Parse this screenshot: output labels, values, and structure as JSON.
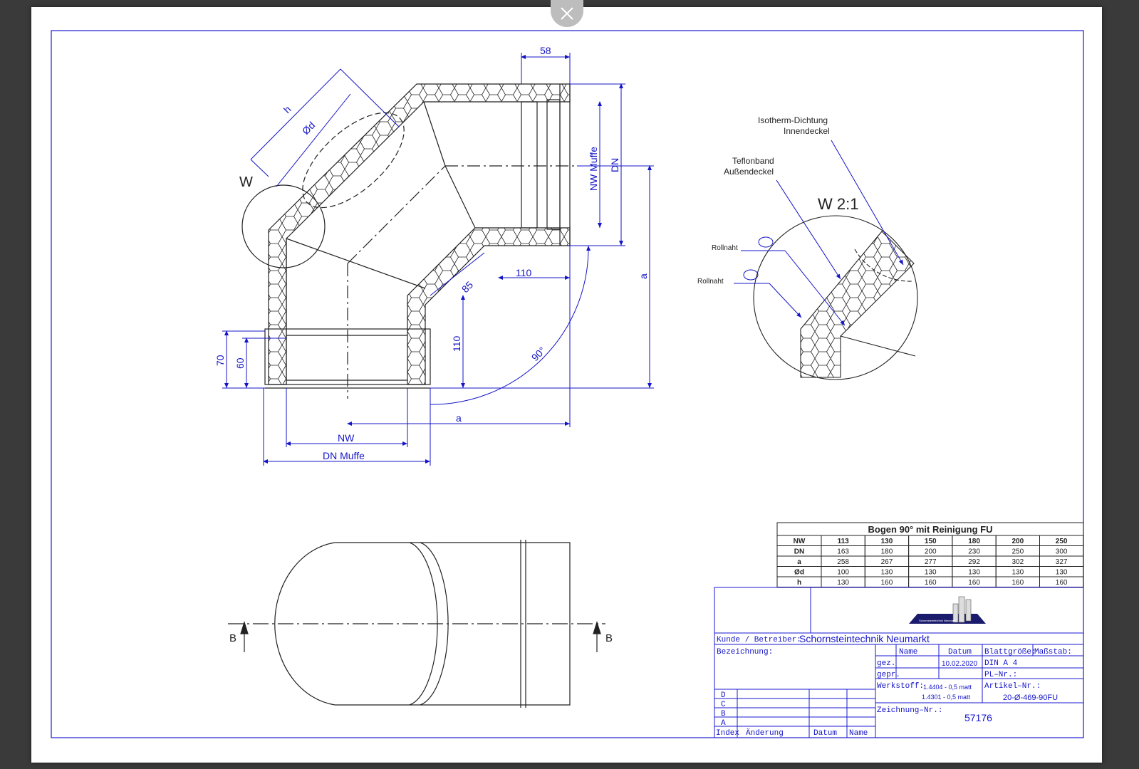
{
  "viewer": {
    "close_icon": "close-icon"
  },
  "colors": {
    "frame": "#1a1ad0",
    "geometry": "#222222",
    "dimension": "#1414c8",
    "background": "#3a3a3a"
  },
  "top_view": {
    "dim_58": "58",
    "dim_nw_muffe": "NW Muffe",
    "dim_dn": "DN",
    "dim_h": "h",
    "dim_od": "Ød",
    "detail_label": "W",
    "dim_a_vertical": "a",
    "dim_110_h": "110",
    "dim_85": "85",
    "dim_110_v": "110",
    "dim_90deg": "90°",
    "dim_70": "70",
    "dim_60": "60",
    "dim_a_horizontal": "a",
    "dim_nw": "NW",
    "dim_dn_muffe": "DN Muffe"
  },
  "detail_view": {
    "title": "W 2:1",
    "label_isotherm_1": "Isotherm-Dichtung",
    "label_isotherm_2": "Innendeckel",
    "label_teflon_1": "Teflonband",
    "label_teflon_2": "Außendeckel",
    "label_rollnaht_1": "Rollnaht",
    "label_rollnaht_2": "Rollnaht"
  },
  "side_view": {
    "section_left": "B",
    "section_right": "B"
  },
  "dimension_table": {
    "title": "Bogen 90° mit Reinigung FU",
    "rows": [
      {
        "label": "NW",
        "values": [
          "113",
          "130",
          "150",
          "180",
          "200",
          "250"
        ]
      },
      {
        "label": "DN",
        "values": [
          "163",
          "180",
          "200",
          "230",
          "250",
          "300"
        ]
      },
      {
        "label": "a",
        "values": [
          "258",
          "267",
          "277",
          "292",
          "302",
          "327"
        ]
      },
      {
        "label": "Ød",
        "values": [
          "100",
          "130",
          "130",
          "130",
          "130",
          "130"
        ]
      },
      {
        "label": "h",
        "values": [
          "130",
          "160",
          "160",
          "160",
          "160",
          "160"
        ]
      }
    ]
  },
  "title_block": {
    "logo_text": "Schornsteintechnik Neumarkt",
    "kunde_label": "Kunde / Betreiber:",
    "kunde_value": "Schornsteintechnik Neumarkt",
    "bezeichnung_label": "Bezeichnung:",
    "name_header": "Name",
    "datum_header": "Datum",
    "gez_label": "gez.",
    "gez_date": "10.02.2020",
    "gepr_label": "gepr.",
    "blattgroesse_label": "Blattgröße:",
    "blattgroesse_value": "DIN A 4",
    "massstab_label": "Maßstab:",
    "pl_nr_label": "PL–Nr.:",
    "werkstoff_label": "Werkstoff:",
    "werkstoff_1": "1.4404 - 0,5 matt",
    "werkstoff_2": "1.4301 - 0,5 matt",
    "artikel_label": "Artikel–Nr.:",
    "artikel_value": "20-Ø-469-90FU",
    "zeichnung_label": "Zeichnung–Nr.:",
    "zeichnung_value": "57176",
    "index_rows": [
      "D",
      "C",
      "B",
      "A"
    ],
    "index_label": "Index",
    "aenderung_label": "Änderung",
    "datum_label": "Datum",
    "name_label": "Name"
  }
}
